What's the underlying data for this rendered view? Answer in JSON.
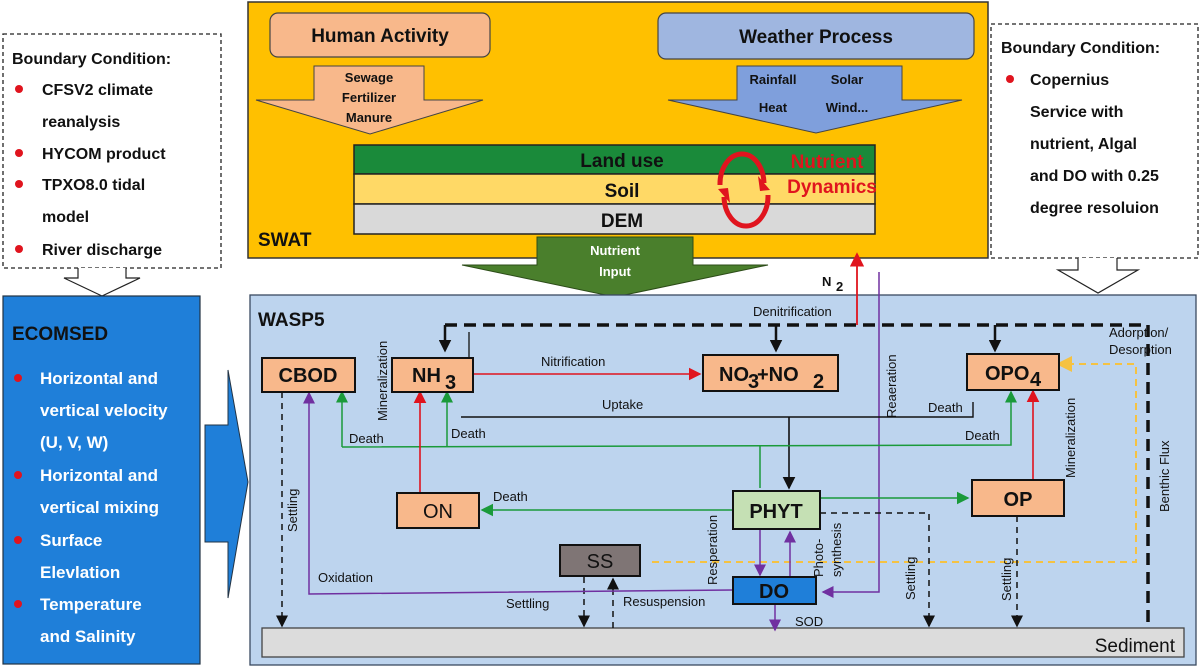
{
  "left_boundary": {
    "title": "Boundary Condition:",
    "items": [
      {
        "line1": "CFSV2 climate",
        "line2": "reanalysis"
      },
      {
        "line1": "HYCOM product",
        "line2": ""
      },
      {
        "line1": "TPXO8.0 tidal",
        "line2": "model"
      },
      {
        "line1": "River discharge",
        "line2": ""
      }
    ]
  },
  "right_boundary": {
    "title": "Boundary Condition:",
    "lines": [
      "Copernius",
      "Service with",
      "nutrient, Algal",
      "and DO with 0.25",
      "degree resoluion"
    ]
  },
  "swat": {
    "label": "SWAT",
    "human_activity": "Human Activity",
    "human_inputs": [
      "Sewage",
      "Fertilizer",
      "Manure"
    ],
    "weather_process": "Weather Process",
    "weather_inputs": [
      "Rainfall",
      "Solar",
      "Heat",
      "Wind..."
    ],
    "layers": [
      "Land use",
      "Soil",
      "DEM"
    ],
    "cycle_label_1": "Nutrient",
    "cycle_label_2": "Dynamics",
    "output_1": "Nutrient",
    "output_2": "Input"
  },
  "ecomsed": {
    "title": "ECOMSED",
    "items": [
      [
        "Horizontal and",
        "vertical  velocity",
        "(U, V, W)"
      ],
      [
        "Horizontal and",
        "vertical mixing"
      ],
      [
        "Surface",
        "Elevlation"
      ],
      [
        "Temperature",
        "and Salinity"
      ]
    ]
  },
  "wasp5": {
    "label": "WASP5",
    "nodes": {
      "cbod": "CBOD",
      "nh3": "NH",
      "nh3_sub": "3",
      "no3_a": "NO",
      "no3_sub1": "3",
      "no3_b": "+NO",
      "no3_sub2": "2",
      "opo4": "OPO",
      "opo4_sub": "4",
      "on": "ON",
      "phyt": "PHYT",
      "op": "OP",
      "ss": "SS",
      "do": "DO",
      "sediment": "Sediment"
    },
    "processes": {
      "n2": "N",
      "n2_sub": "2",
      "denitrification": "Denitrification",
      "nitrification": "Nitrification",
      "mineralization": "Mineralization",
      "uptake": "Uptake",
      "death": "Death",
      "reaeration": "Reaeration",
      "adsorption_1": "Adorption/",
      "adsorption_2": "Desorption",
      "benthic_flux": "Benthic Flux",
      "settling": "Settling",
      "oxidation": "Oxidation",
      "resuspension": "Resuspension",
      "resperation": "Resperation",
      "photo_1": "Photo-",
      "photo_2": "synthesis",
      "sod": "SOD"
    }
  },
  "colors": {
    "swat_bg": "#ffc000",
    "human": "#f8b88b",
    "weather": "#9fb6e0",
    "landuse": "#1a8a3a",
    "soil": "#ffd966",
    "dem": "#d9d9d9",
    "nutrient_arrow": "#4a7f2c",
    "wasp_bg": "#bdd4ee",
    "ecomsed": "#1f7fd9",
    "node": "#f8b88b",
    "phyt": "#c5e0b4",
    "ss": "#7f7575",
    "do": "#1f7fd9",
    "red": "#e0141e",
    "green": "#1a9a3a",
    "purple": "#7030a0",
    "yellow": "#f5c242"
  }
}
